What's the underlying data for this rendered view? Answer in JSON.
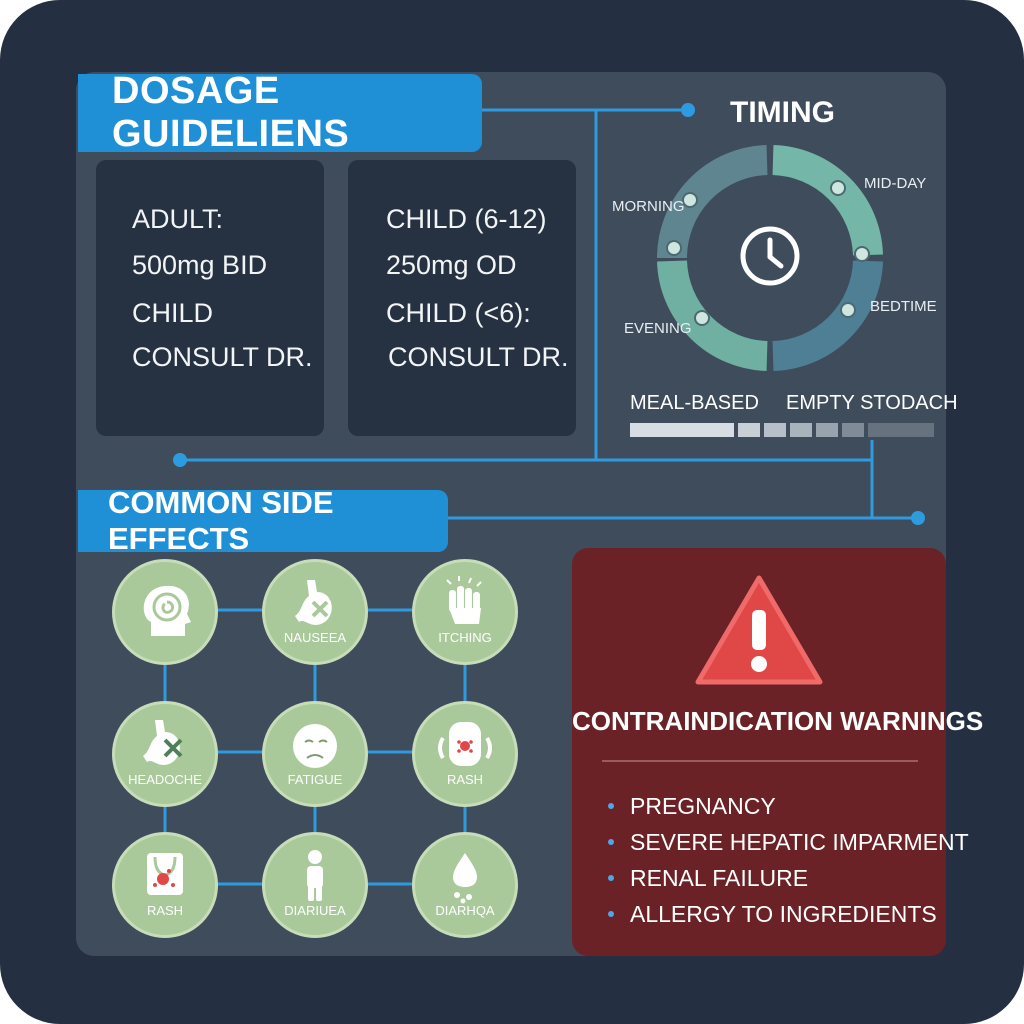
{
  "dosage": {
    "title": "DOSAGE GUIDELIENS",
    "left_card": [
      "ADULT:",
      "500mg BID",
      "CHILD",
      "CONSULT DR."
    ],
    "right_card": [
      "CHILD (6-12)",
      "250mg OD",
      "CHILD (<6):",
      "CONSULT DR."
    ]
  },
  "timing": {
    "title": "TIMING",
    "labels": {
      "morning": "MORNING",
      "midday": "MID-DAY",
      "evening": "EVENING",
      "bedtime": "BEDTIME"
    },
    "icon": "clock-icon",
    "meal_left": "MEAL-BASED",
    "meal_right": "EMPTY STODACH"
  },
  "side_effects": {
    "title": "COMMON SIDE EFFECTS",
    "items": [
      {
        "label": "",
        "icon": "head-spiral-icon"
      },
      {
        "label": "NAUSEEA",
        "icon": "stomach-x-icon"
      },
      {
        "label": "ITCHING",
        "icon": "hand-scratch-icon"
      },
      {
        "label": "HEADOCHE",
        "icon": "stomach-x-icon"
      },
      {
        "label": "FATIGUE",
        "icon": "tired-face-icon"
      },
      {
        "label": "RASH",
        "icon": "face-rash-icon"
      },
      {
        "label": "RASH",
        "icon": "skin-rash-icon"
      },
      {
        "label": "DIARIUEA",
        "icon": "person-icon"
      },
      {
        "label": "DIARHQA",
        "icon": "droplet-icon"
      }
    ]
  },
  "warnings": {
    "title": "CONTRAINDICATION WARNINGS",
    "icon": "warning-triangle-icon",
    "items": [
      "PREGNANCY",
      "SEVERE HEPATIC IMPARMENT",
      "RENAL FAILURE",
      "ALLERGY TO INGREDIENTS"
    ]
  },
  "colors": {
    "background": "#243041",
    "panel": "#3f4c5c",
    "accent_blue": "#1f8fd6",
    "node_green": "#a9c99a",
    "warning_red": "#6b2227",
    "alert_red": "#e04848"
  }
}
